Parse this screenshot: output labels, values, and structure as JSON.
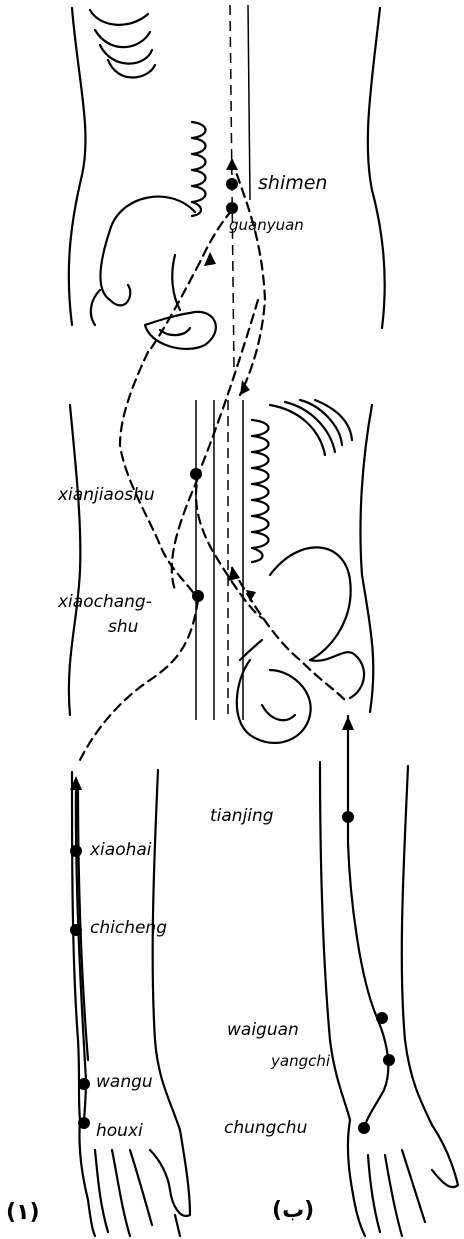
{
  "points": {
    "shimen": "shimen",
    "guanyuan": "guanyuan",
    "xianjiaoshu": "xianjiaoshu",
    "xiaochangshu_line1": "xiaochang-",
    "xiaochangshu_line2": "shu",
    "xiaohai": "xiaohai",
    "chicheng": "chicheng",
    "wangu": "wangu",
    "houxi": "houxi",
    "tianjing": "tianjing",
    "waiguan": "waiguan",
    "yangchi": "yangchi",
    "chungchu": "chungchu"
  },
  "figure_labels": {
    "left": "(١)",
    "right": "(ب)"
  }
}
